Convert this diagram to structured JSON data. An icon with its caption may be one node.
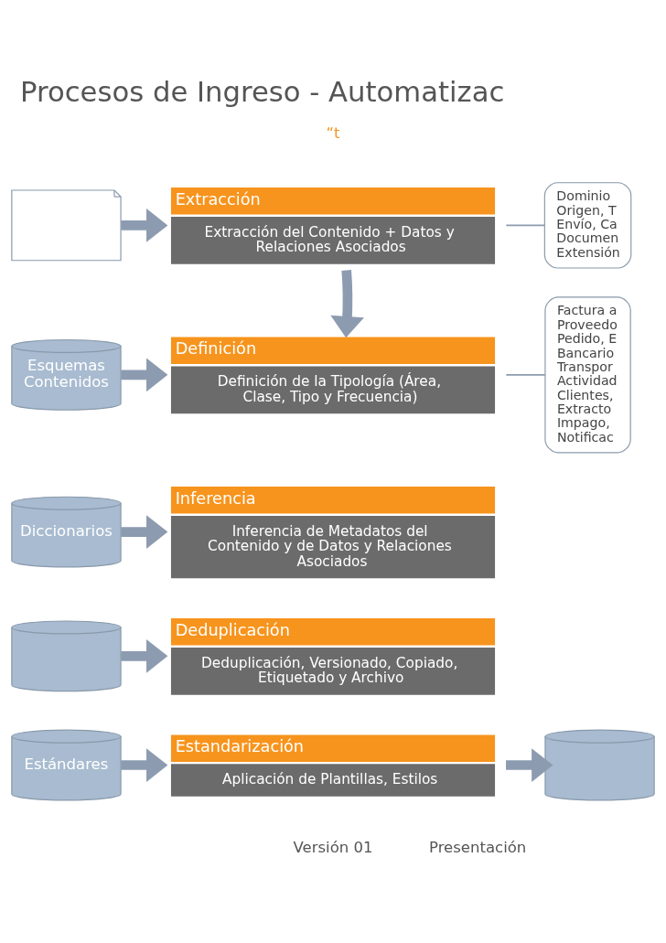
{
  "diagram": {
    "title": "Procesos de Ingreso - Automatizac",
    "nodes": [
      {
        "text": [],
        "shape": "document"
      },
      {
        "text": [
          "Esquemas Contenidos"
        ]
      },
      {
        "text": [
          "Diccionarios"
        ]
      },
      {
        "text": [],
        "shape": "cylinder"
      },
      {
        "text": [
          "Estándares"
        ]
      },
      {
        "text": [
          "Extracción",
          "Extracción del Contenido + Datos y Relaciones Asociados"
        ]
      },
      {
        "text": [
          "Definición",
          "Definición de la Tipología (Área, Clase, Tipo y Frecuencia)"
        ]
      },
      {
        "text": [
          "Inferencia",
          "Inferencia de Metadatos del Contenido y de Datos y Relaciones Asociados"
        ]
      },
      {
        "text": [
          "Deduplicación",
          "Deduplicación, Versionado, Copiado, Etiquetado y Archivo"
        ]
      },
      {
        "text": [
          "Estandarización",
          "Aplicación de Plantillas, Estilos"
        ]
      },
      {
        "text": [
          "Dominio Origen, T Envío, Ca Documen Extensión"
        ]
      },
      {
        "text": [
          "Factura a Proveedo Pedido, E Bancario Transpor Actividad Clientes, Extracto Impago, Notificac"
        ]
      },
      {
        "text": [],
        "shape": "cylinder"
      }
    ],
    "edges": [
      {
        "from": 0,
        "to": 5,
        "arrow": "to"
      },
      {
        "from": 1,
        "to": 6,
        "arrow": "to"
      },
      {
        "from": 2,
        "to": 7,
        "arrow": "to"
      },
      {
        "from": 3,
        "to": 8,
        "arrow": "to"
      },
      {
        "from": 4,
        "to": 9,
        "arrow": "to"
      },
      {
        "from": 5,
        "to": 6,
        "arrow": "to"
      },
      {
        "from": 9,
        "to": 12,
        "arrow": "to"
      },
      {
        "from": 10,
        "to": 5,
        "arrow": "none"
      },
      {
        "from": 11,
        "to": 6,
        "arrow": "none"
      }
    ],
    "labels": [
      "“t",
      "Versión 01",
      "Presentación"
    ]
  }
}
